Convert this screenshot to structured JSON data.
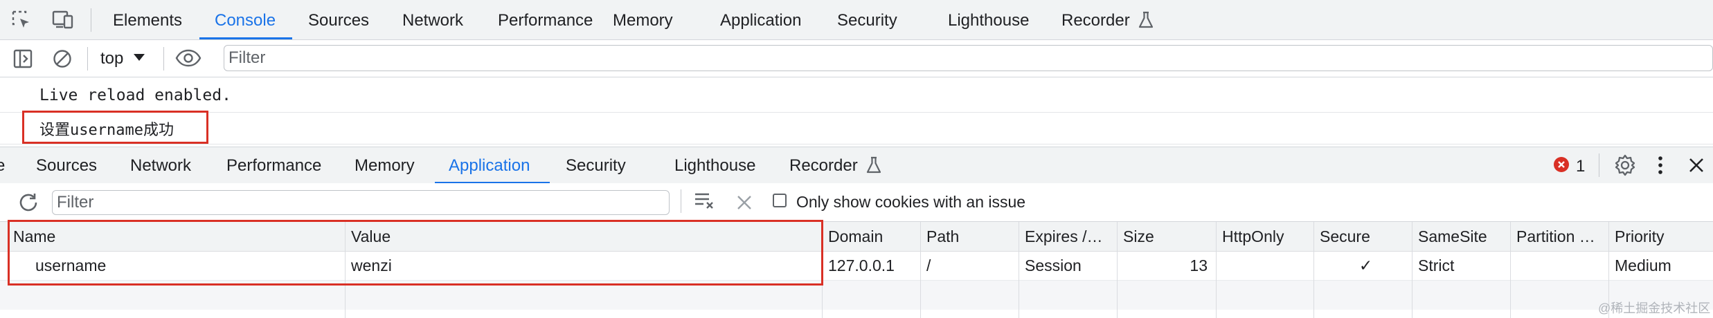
{
  "top_tabs": {
    "items": [
      "Elements",
      "Console",
      "Sources",
      "Network",
      "Performance",
      "Memory",
      "Application",
      "Security",
      "Lighthouse",
      "Recorder"
    ],
    "active": "Console"
  },
  "console_toolbar": {
    "context": "top",
    "filter_placeholder": "Filter"
  },
  "console_messages": [
    "Live reload enabled.",
    "设置username成功"
  ],
  "drawer_tabs": {
    "items": [
      "Sources",
      "Network",
      "Performance",
      "Memory",
      "Application",
      "Security",
      "Lighthouse",
      "Recorder"
    ],
    "active": "Application",
    "clipped_tab_fragment": "e",
    "issues_count": "1"
  },
  "cookies_toolbar": {
    "filter_placeholder": "Filter",
    "only_issues_label": "Only show cookies with an issue",
    "only_issues_checked": false
  },
  "cookies_table": {
    "headers": [
      "Name",
      "Value",
      "Domain",
      "Path",
      "Expires /…",
      "Size",
      "HttpOnly",
      "Secure",
      "SameSite",
      "Partition …",
      "Priority"
    ],
    "rows": [
      {
        "name": "username",
        "value": "wenzi",
        "domain": "127.0.0.1",
        "path": "/",
        "expires": "Session",
        "size": "13",
        "httponly": "",
        "secure": "✓",
        "samesite": "Strict",
        "partition": "",
        "priority": "Medium"
      }
    ]
  },
  "watermark": "@稀土掘金技术社区",
  "colors": {
    "accent": "#1a73e8",
    "highlight_box": "#d93025",
    "error_badge": "#d93025",
    "toolbar_bg": "#f1f3f4"
  }
}
